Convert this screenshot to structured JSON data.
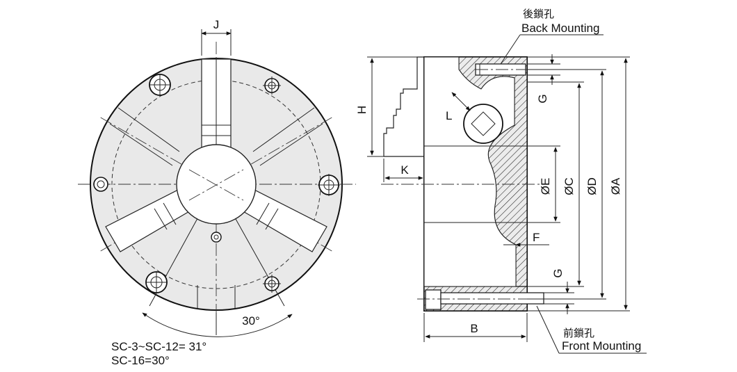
{
  "front_view": {
    "dim_j": "J",
    "angle_label": "30°",
    "note_line1": "SC-3~SC-12= 31°",
    "note_line2": "SC-16=30°"
  },
  "side_view": {
    "back_mounting_cn": "後鎖孔",
    "back_mounting_en": "Back Mounting",
    "front_mounting_cn": "前鎖孔",
    "front_mounting_en": "Front Mounting",
    "dim_h": "H",
    "dim_k": "K",
    "dim_l": "L",
    "dim_b": "B",
    "dim_f": "F",
    "dim_g_top": "G",
    "dim_g_bottom": "G",
    "dim_e": "ØE",
    "dim_c": "ØC",
    "dim_d": "ØD",
    "dim_a": "ØA"
  }
}
